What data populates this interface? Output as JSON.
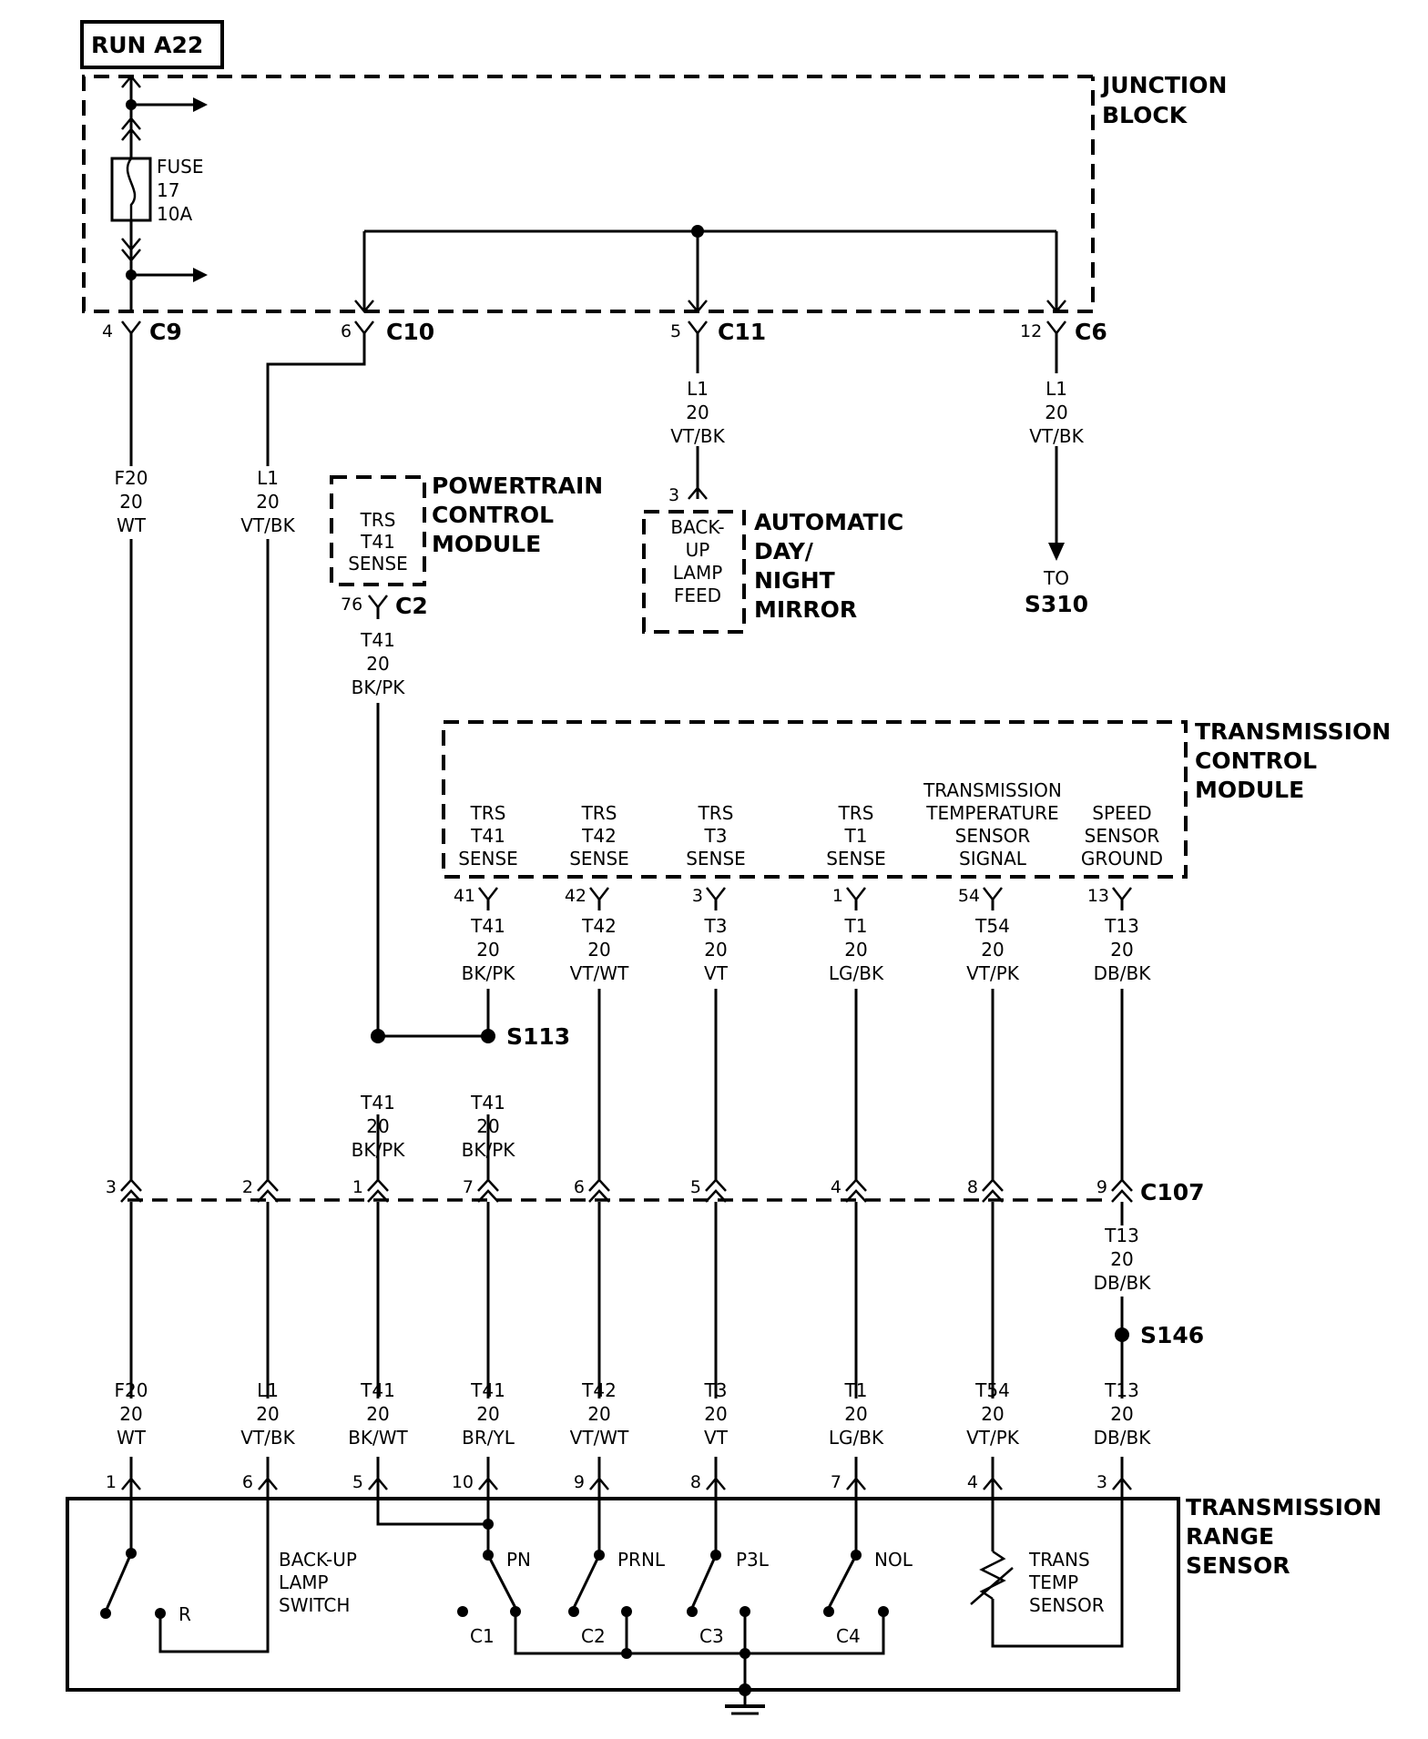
{
  "circuit_label": "RUN A22",
  "junction_block": {
    "title": [
      "JUNCTION",
      "BLOCK"
    ],
    "fuse": [
      "FUSE",
      "17",
      "10A"
    ],
    "connectors": [
      {
        "cavity": "4",
        "name": "C9"
      },
      {
        "cavity": "6",
        "name": "C10"
      },
      {
        "cavity": "5",
        "name": "C11"
      },
      {
        "cavity": "12",
        "name": "C6"
      }
    ]
  },
  "wires_upper": {
    "f20": [
      "F20",
      "20",
      "WT"
    ],
    "l1_left": [
      "L1",
      "20",
      "VT/BK"
    ],
    "l1_mirror": [
      "L1",
      "20",
      "VT/BK"
    ],
    "l1_right": [
      "L1",
      "20",
      "VT/BK"
    ]
  },
  "pcm": {
    "title": [
      "POWERTRAIN",
      "CONTROL",
      "MODULE"
    ],
    "circuit": [
      "TRS",
      "T41",
      "SENSE"
    ],
    "pin": "76",
    "connector": "C2",
    "wire": [
      "T41",
      "20",
      "BK/PK"
    ]
  },
  "mirror": {
    "title": [
      "AUTOMATIC",
      "DAY/",
      "NIGHT",
      "MIRROR"
    ],
    "circuit": [
      "BACK-",
      "UP",
      "LAMP",
      "FEED"
    ],
    "pin": "3"
  },
  "to_splice": [
    "TO",
    "S310"
  ],
  "tcm": {
    "title": [
      "TRANSMISSION",
      "CONTROL",
      "MODULE"
    ],
    "circuits": [
      {
        "lines": [
          "TRS",
          "T41",
          "SENSE"
        ],
        "pin": "41",
        "wire": [
          "T41",
          "20",
          "BK/PK"
        ]
      },
      {
        "lines": [
          "TRS",
          "T42",
          "SENSE"
        ],
        "pin": "42",
        "wire": [
          "T42",
          "20",
          "VT/WT"
        ]
      },
      {
        "lines": [
          "TRS",
          "T3",
          "SENSE"
        ],
        "pin": "3",
        "wire": [
          "T3",
          "20",
          "VT"
        ]
      },
      {
        "lines": [
          "TRS",
          "T1",
          "SENSE"
        ],
        "pin": "1",
        "wire": [
          "T1",
          "20",
          "LG/BK"
        ]
      },
      {
        "lines": [
          "TRANSMISSION",
          "TEMPERATURE",
          "SENSOR",
          "SIGNAL"
        ],
        "pin": "54",
        "wire": [
          "T54",
          "20",
          "VT/PK"
        ]
      },
      {
        "lines": [
          "SPEED",
          "SENSOR",
          "GROUND"
        ],
        "pin": "13",
        "wire": [
          "T13",
          "20",
          "DB/BK"
        ]
      }
    ]
  },
  "splices": {
    "s113": "S113",
    "s113_wires": [
      [
        "T41",
        "20",
        "BK/PK"
      ],
      [
        "T41",
        "20",
        "BK/PK"
      ]
    ],
    "s146": "S146"
  },
  "c107": {
    "name": "C107",
    "pins": [
      "3",
      "2",
      "1",
      "7",
      "6",
      "5",
      "4",
      "8",
      "9"
    ],
    "below_wire": [
      "T13",
      "20",
      "DB/BK"
    ]
  },
  "lower_wires": [
    [
      "F20",
      "20",
      "WT"
    ],
    [
      "L1",
      "20",
      "VT/BK"
    ],
    [
      "T41",
      "20",
      "BK/WT"
    ],
    [
      "T41",
      "20",
      "BR/YL"
    ],
    [
      "T42",
      "20",
      "VT/WT"
    ],
    [
      "T3",
      "20",
      "VT"
    ],
    [
      "T1",
      "20",
      "LG/BK"
    ],
    [
      "T54",
      "20",
      "VT/PK"
    ],
    [
      "T13",
      "20",
      "DB/BK"
    ]
  ],
  "trs": {
    "title": [
      "TRANSMISSION",
      "RANGE",
      "SENSOR"
    ],
    "pins": [
      "1",
      "6",
      "5",
      "10",
      "9",
      "8",
      "7",
      "4",
      "3"
    ],
    "backup_switch": [
      "BACK-UP",
      "LAMP",
      "SWITCH"
    ],
    "r_label": "R",
    "switches": [
      "PN",
      "PRNL",
      "P3L",
      "NOL"
    ],
    "contacts": [
      "C1",
      "C2",
      "C3",
      "C4"
    ],
    "temp_sensor": [
      "TRANS",
      "TEMP",
      "SENSOR"
    ]
  }
}
